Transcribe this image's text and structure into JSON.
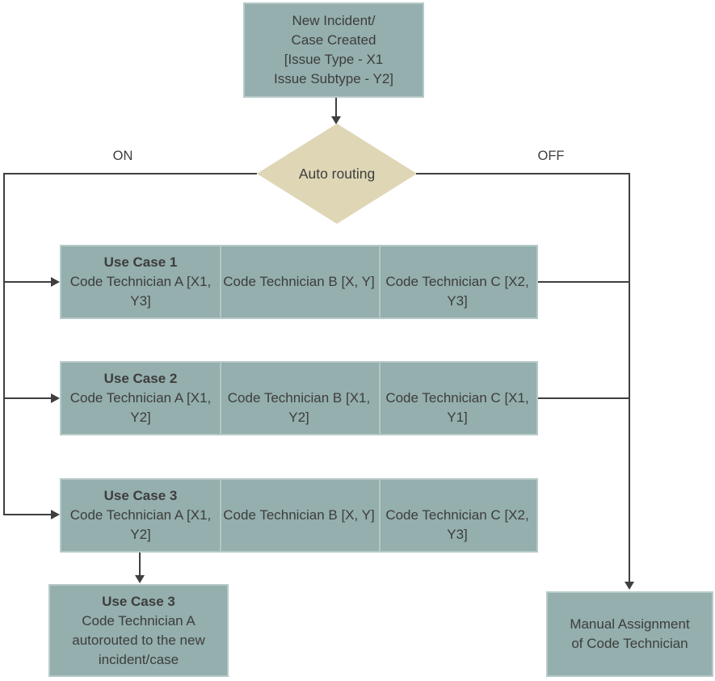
{
  "colors": {
    "node_fill": "#94afad",
    "node_border": "#b7cac8",
    "diamond_fill": "#ded6b5",
    "connector": "#3f3f3f",
    "text": "#3d3d3d"
  },
  "start_box": {
    "lines": [
      "New Incident/",
      "Case Created",
      "[Issue Type - X1",
      "Issue Subtype - Y2]"
    ]
  },
  "decision": {
    "label": "Auto routing",
    "branch_on": "ON",
    "branch_off": "OFF"
  },
  "use_cases": [
    {
      "title": "Use Case 1",
      "technicians": [
        {
          "name": "Code Technician A",
          "tags": "[X1, Y3]"
        },
        {
          "name": "Code Technician B",
          "tags": "[X, Y]"
        },
        {
          "name": "Code Technician C",
          "tags": "[X2, Y3]"
        }
      ]
    },
    {
      "title": "Use Case 2",
      "technicians": [
        {
          "name": "Code Technician A",
          "tags": "[X1, Y2]"
        },
        {
          "name": "Code Technician B",
          "tags": "[X1, Y2]"
        },
        {
          "name": "Code Technician C",
          "tags": "[X1, Y1]"
        }
      ]
    },
    {
      "title": "Use Case 3",
      "technicians": [
        {
          "name": "Code Technician A",
          "tags": "[X1, Y2]"
        },
        {
          "name": "Code Technician B",
          "tags": "[X, Y]"
        },
        {
          "name": "Code Technician C",
          "tags": "[X2, Y3]"
        }
      ]
    }
  ],
  "auto_outcome": {
    "lines": [
      "Use Case 3",
      "Code Technician A",
      "autorouted to the new",
      "incident/case"
    ]
  },
  "manual_outcome": {
    "lines": [
      "Manual Assignment",
      "of Code Technician"
    ]
  }
}
